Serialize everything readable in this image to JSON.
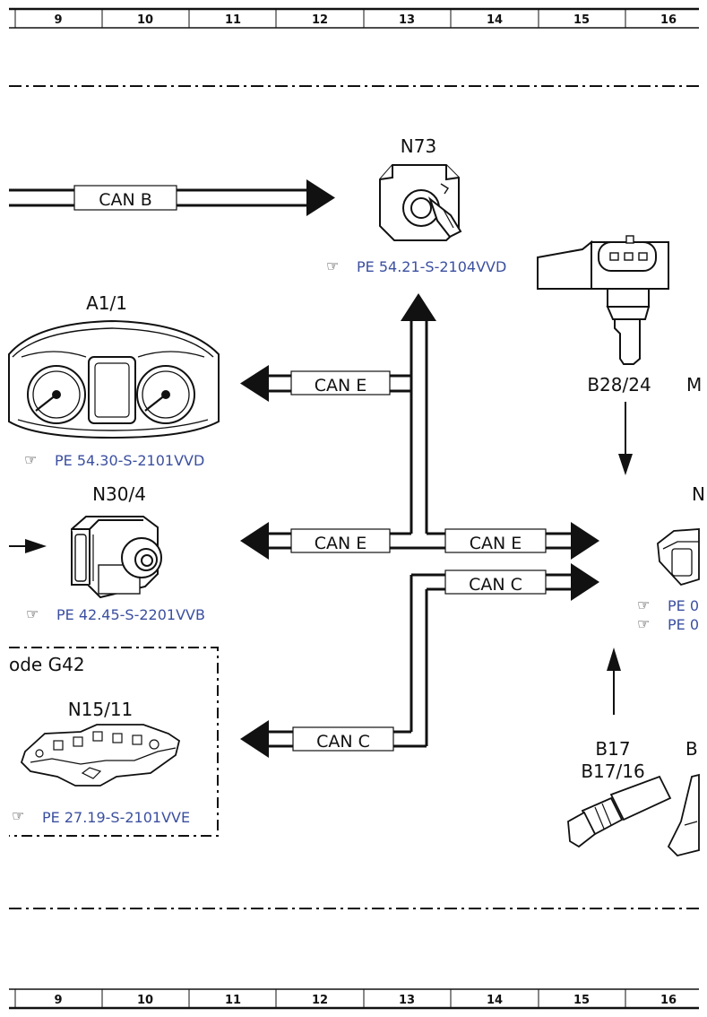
{
  "column_numbers": [
    "9",
    "10",
    "11",
    "12",
    "13",
    "14",
    "15",
    "16"
  ],
  "section_title": "ode G42",
  "components": {
    "n73": {
      "label": "N73",
      "ref": "PE 54.21-S-2104VVD"
    },
    "a1_1": {
      "label": "A1/1",
      "ref": "PE 54.30-S-2101VVD"
    },
    "n30_4": {
      "label": "N30/4",
      "ref": "PE 42.45-S-2201VVB"
    },
    "n15_11": {
      "label": "N15/11",
      "ref": "PE 27.19-S-2101VVE"
    },
    "b28_24": {
      "label": "B28/24"
    },
    "m_partial": {
      "label": "M"
    },
    "n_partial": {
      "label": "N"
    },
    "b17": {
      "label": "B17",
      "label2": "B17/16"
    },
    "b_partial": {
      "label": "B"
    },
    "right_refs": [
      "PE 0",
      "PE 0"
    ]
  },
  "can_labels": {
    "can_b": "CAN B",
    "can_e_top": "CAN E",
    "can_e_mid": "CAN E",
    "can_e_right": "CAN E",
    "can_c_right": "CAN C",
    "can_c_bottom": "CAN C"
  },
  "icons": {
    "reference": "pointing-hand-icon"
  }
}
